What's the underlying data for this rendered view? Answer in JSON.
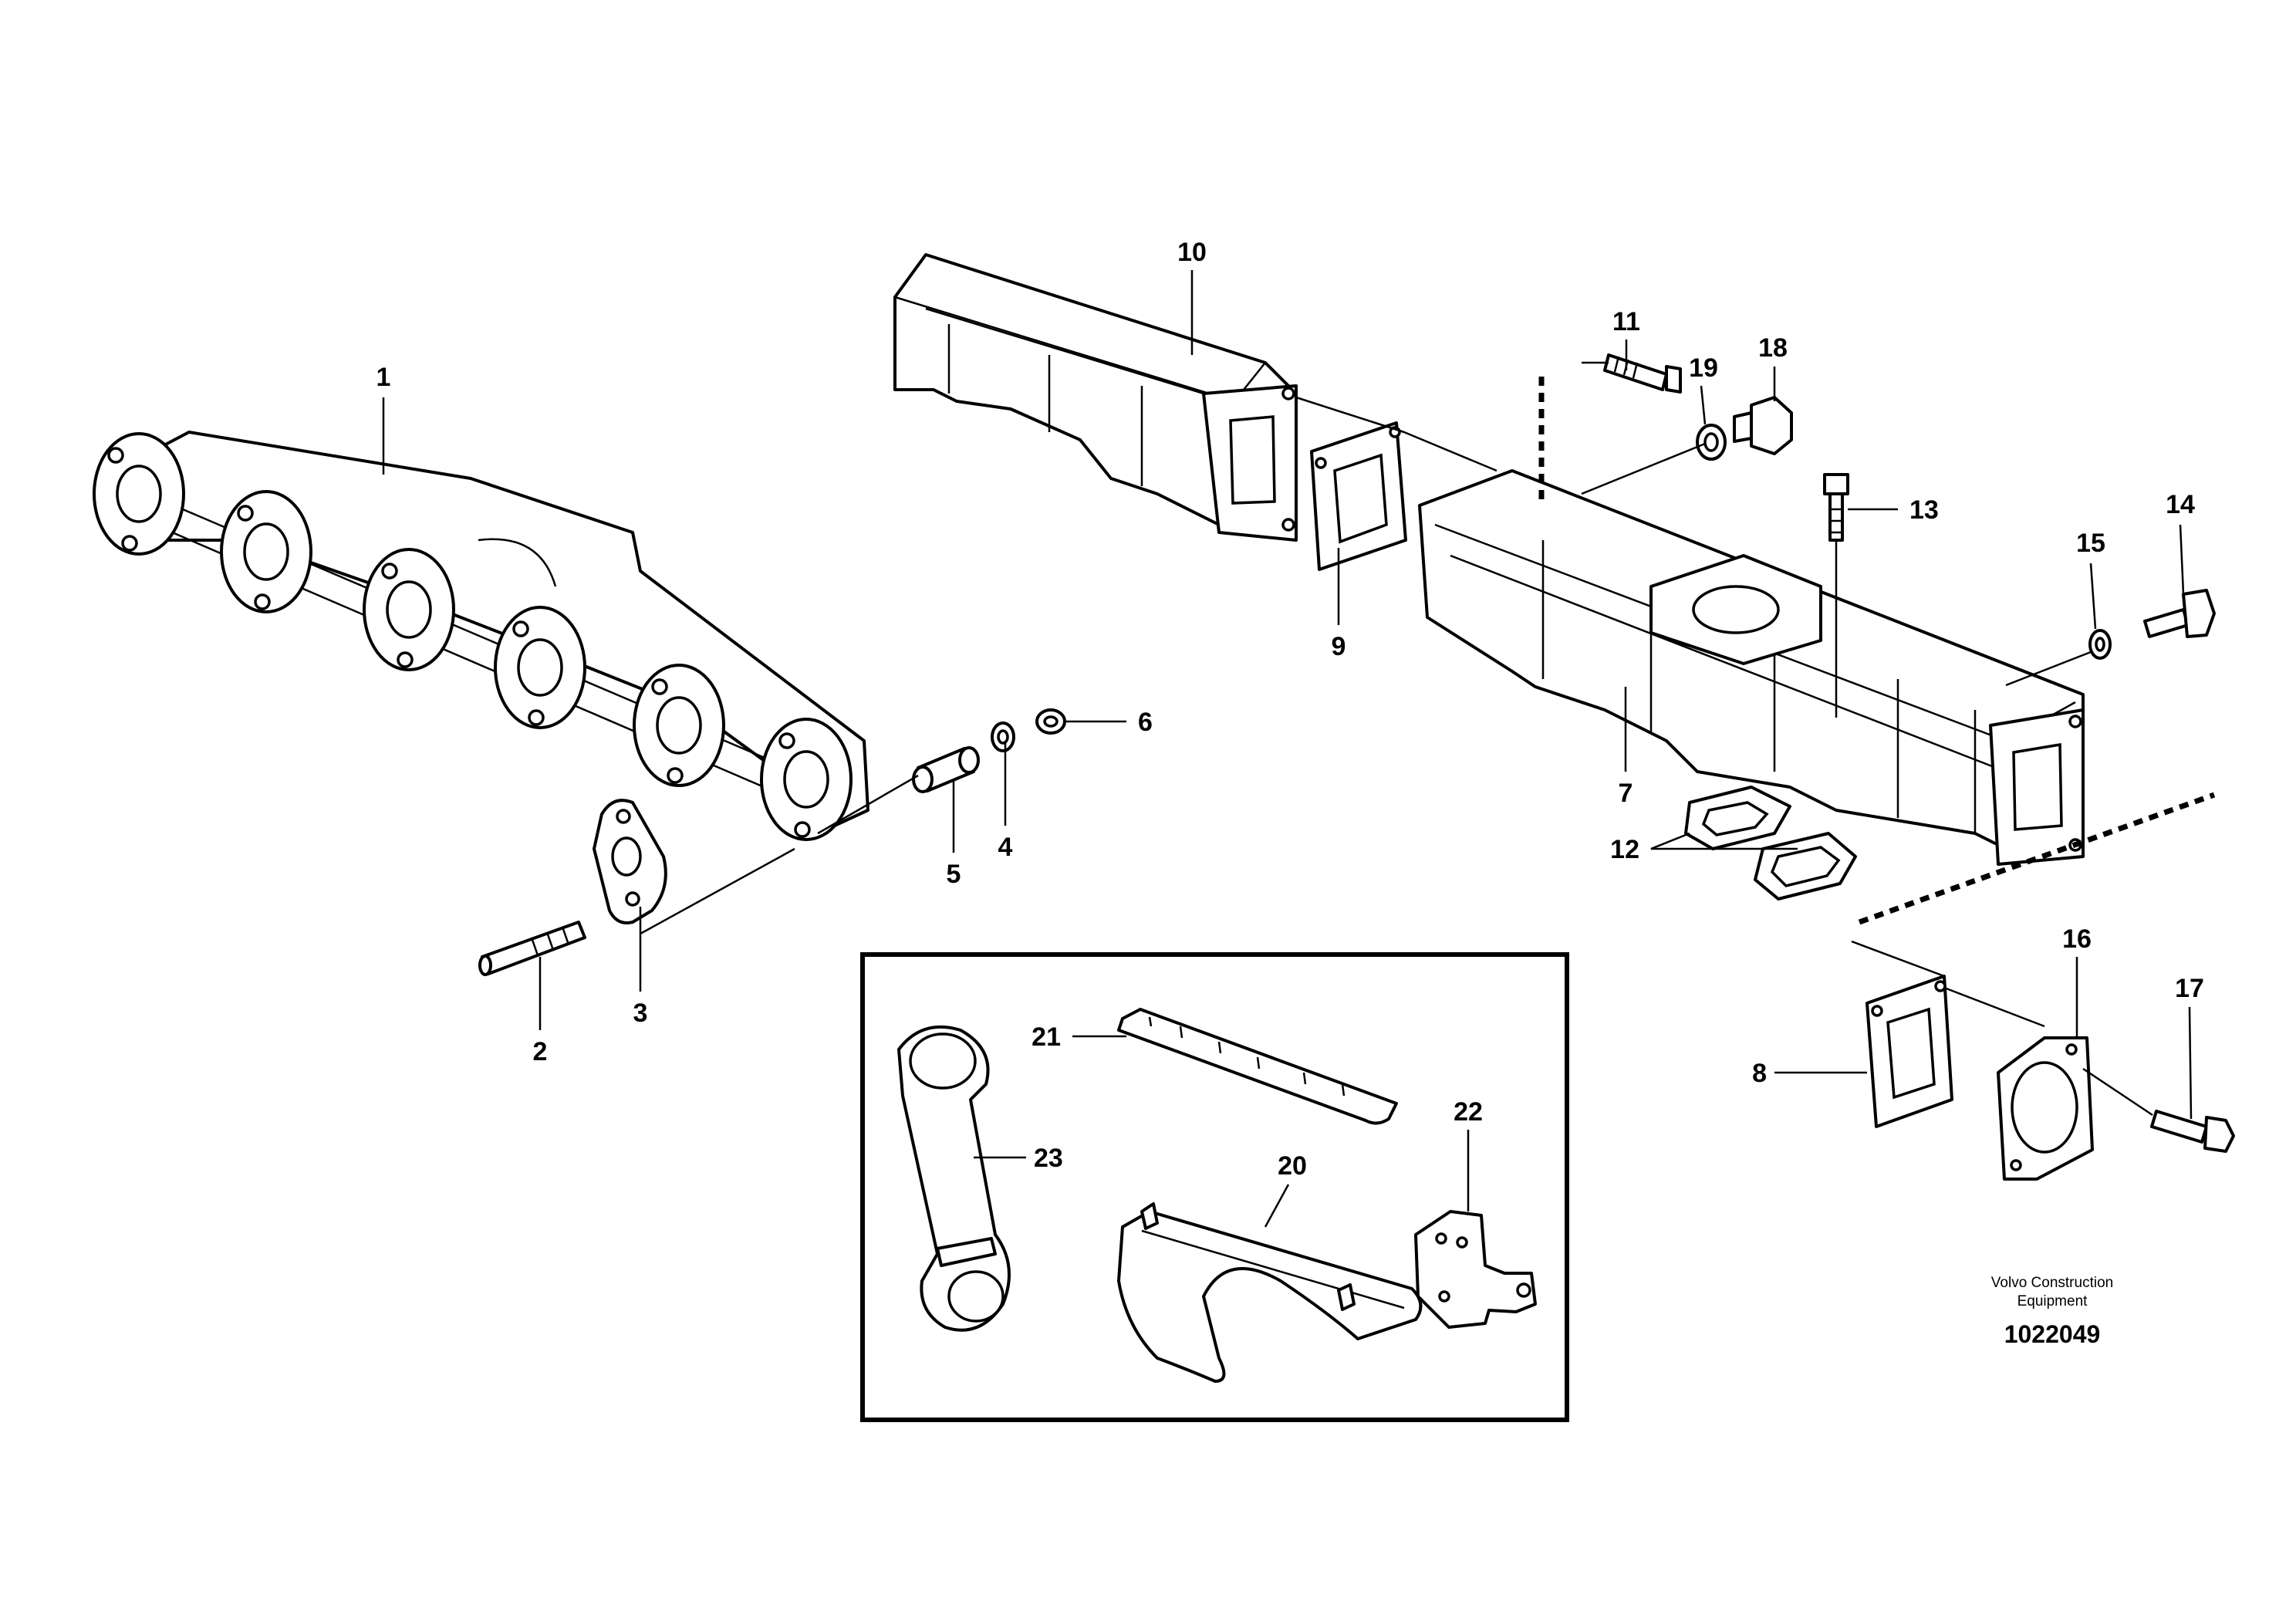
{
  "diagram": {
    "callouts": [
      "1",
      "2",
      "3",
      "4",
      "5",
      "6",
      "7",
      "8",
      "9",
      "10",
      "11",
      "12",
      "13",
      "14",
      "15",
      "16",
      "17",
      "18",
      "19",
      "20",
      "21",
      "22",
      "23"
    ],
    "caption_line1": "Volvo Construction",
    "caption_line2": "Equipment",
    "document_number": "1022049"
  }
}
